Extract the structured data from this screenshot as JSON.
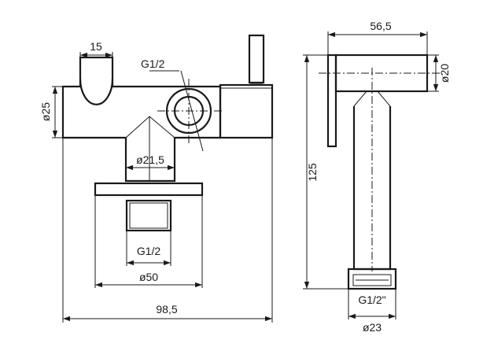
{
  "front_view": {
    "dim_15": "15",
    "dim_g12_top": "G1/2",
    "dim_d25": "ø25",
    "dim_d21_5": "ø21,5",
    "dim_g12_bottom": "G1/2",
    "dim_d50": "ø50",
    "dim_98_5": "98,5"
  },
  "side_view": {
    "dim_56_5": "56,5",
    "dim_d20": "ø20",
    "dim_125": "125",
    "dim_g12_outlet": "G1/2\"",
    "dim_d23": "ø23"
  }
}
